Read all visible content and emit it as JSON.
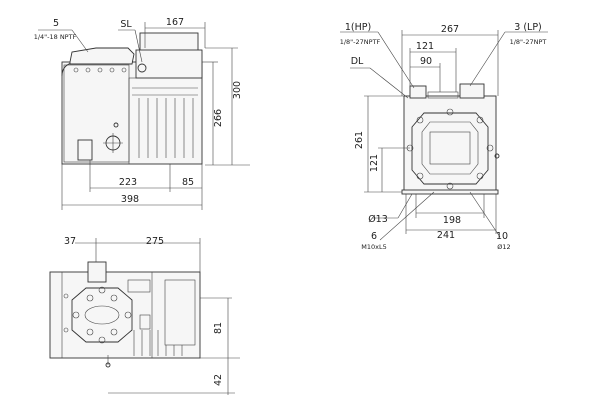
{
  "front_view": {
    "callout_5": "5",
    "callout_5_spec": "1/4\"-18 NPTF",
    "callout_sl": "SL",
    "dim_167": "167",
    "dim_300": "300",
    "dim_266": "266",
    "dim_223": "223",
    "dim_85": "85",
    "dim_398": "398"
  },
  "side_view": {
    "callout_hp": "1(HP)",
    "callout_hp_spec": "1/8\"-27NPTF",
    "callout_lp": "3 (LP)",
    "callout_lp_spec": "1/8\"-27NPT",
    "callout_dl": "DL",
    "dim_267": "267",
    "dim_121_top": "121",
    "dim_90": "90",
    "dim_261": "261",
    "dim_121_side": "121",
    "dim_13": "Ø13",
    "dim_198": "198",
    "dim_241": "241",
    "callout_6": "6",
    "callout_6_spec": "M10xL5",
    "callout_10": "10",
    "callout_10_spec": "Ø12"
  },
  "top_view": {
    "dim_37": "37",
    "dim_275": "275",
    "dim_81": "81",
    "dim_42": "42"
  }
}
